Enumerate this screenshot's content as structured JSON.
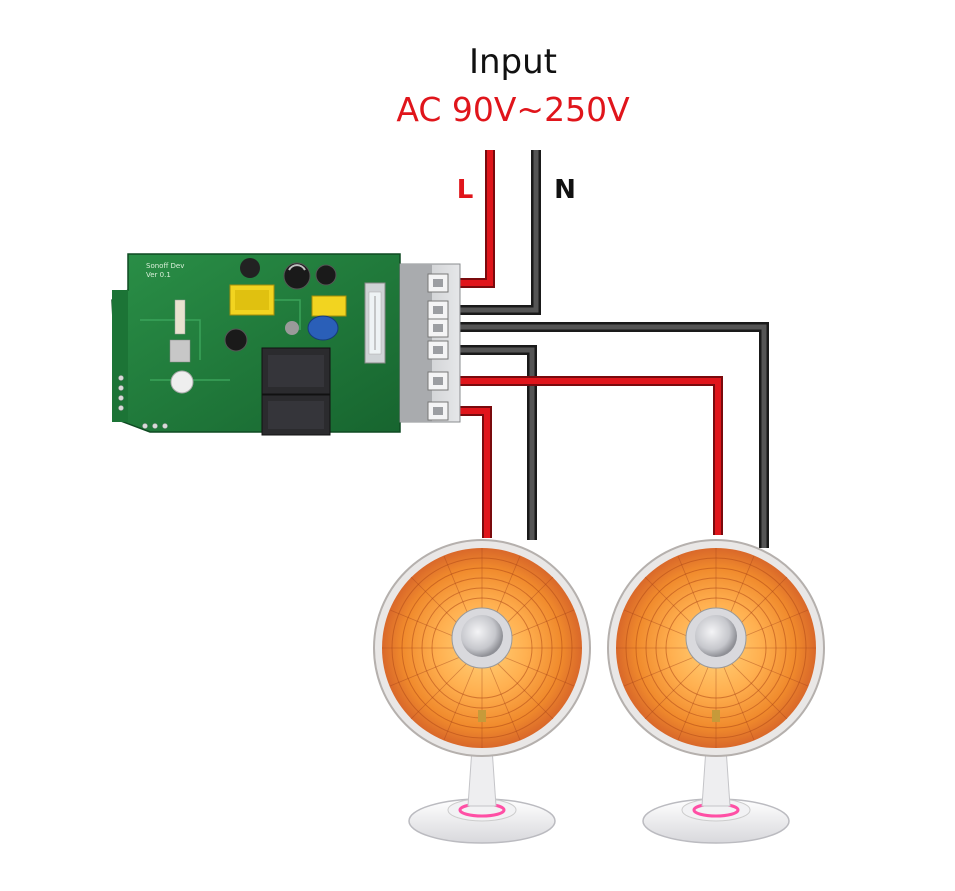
{
  "header": {
    "title": "Input",
    "voltage": "AC 90V~250V"
  },
  "wires": {
    "live_label": "L",
    "neutral_label": "N"
  },
  "board": {
    "silk_line1": "Sonoff Dev",
    "silk_line2": "Ver 0.1"
  },
  "colors": {
    "live": "#e0151b",
    "neutral": "#3a3a3a",
    "title": "#111111",
    "voltage": "#e0151b",
    "pcb": "#1e7a3a",
    "heater_glow": "#f39a3a"
  },
  "icons": {
    "controller": "relay-board-icon",
    "load_1": "heater-icon",
    "load_2": "heater-icon"
  }
}
